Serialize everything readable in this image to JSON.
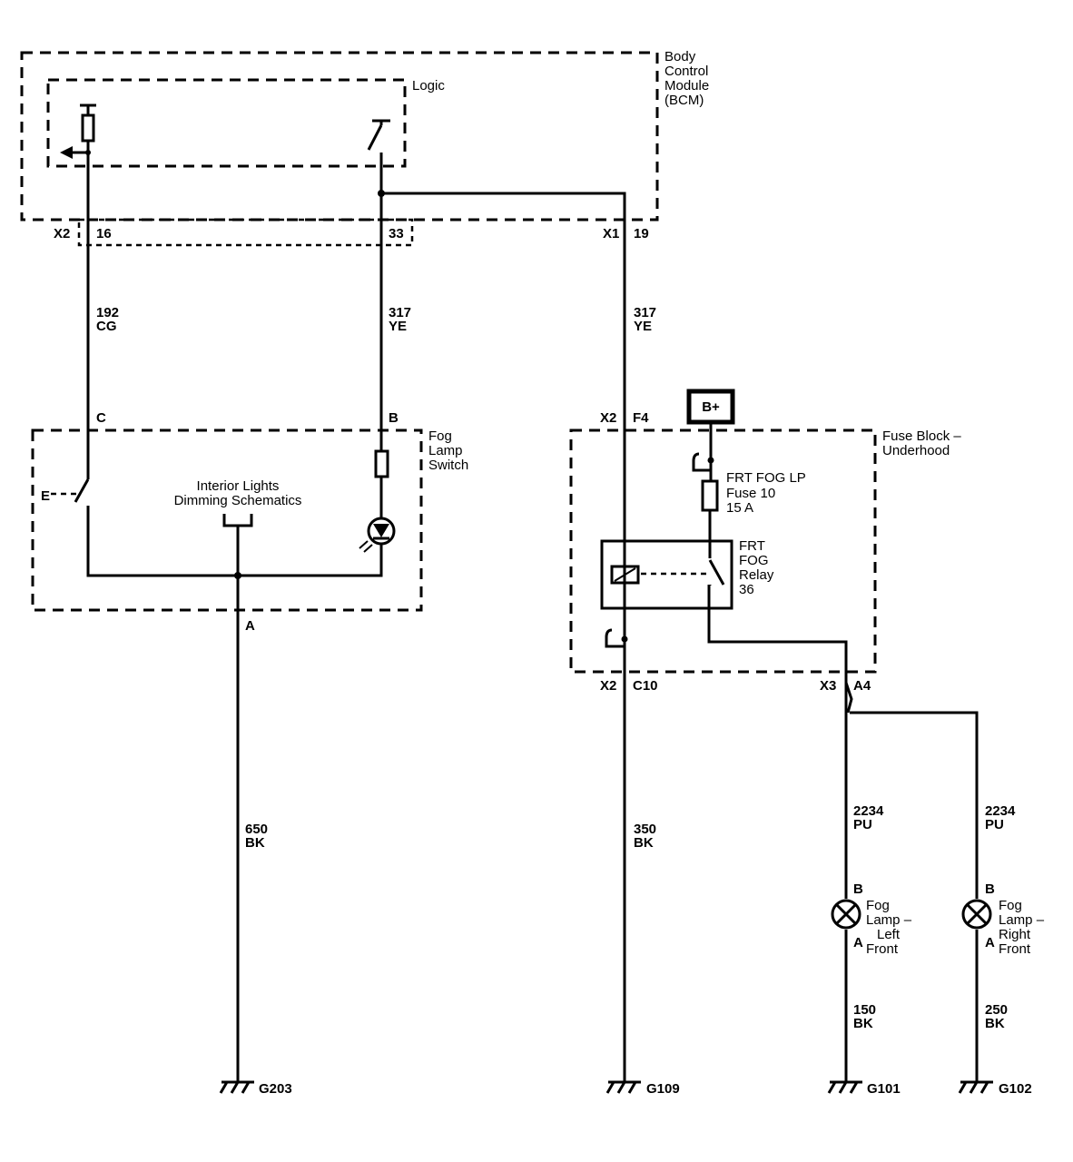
{
  "modules": {
    "bcm": [
      "Body",
      "Control",
      "Module",
      "(BCM)"
    ],
    "logic": "Logic",
    "fog_switch": [
      "Fog",
      "Lamp",
      "Switch"
    ],
    "fuse_block": [
      "Fuse Block –",
      "Underhood"
    ]
  },
  "dimming": [
    "Interior Lights",
    "Dimming Schematics"
  ],
  "connectors": {
    "bcm_x2": "X2",
    "bcm_x2_pin": "16",
    "bcm_x2_pin_b": "33",
    "bcm_x1": "X1",
    "bcm_x1_pin": "19",
    "sw_c": "C",
    "sw_b": "B",
    "sw_a": "A",
    "fb_x2_top": "X2",
    "fb_f4": "F4",
    "fb_x2_bot": "X2",
    "fb_c10": "C10",
    "fb_x3": "X3",
    "fb_a4": "A4"
  },
  "wires": {
    "w192": [
      "192",
      "CG"
    ],
    "w317a": [
      "317",
      "YE"
    ],
    "w317b": [
      "317",
      "YE"
    ],
    "w650": [
      "650",
      "BK"
    ],
    "w350": [
      "350",
      "BK"
    ],
    "w2234l": [
      "2234",
      "PU"
    ],
    "w2234r": [
      "2234",
      "PU"
    ],
    "w150": [
      "150",
      "BK"
    ],
    "w250": [
      "250",
      "BK"
    ]
  },
  "battery": "B+",
  "fuse": [
    "FRT FOG LP",
    "Fuse 10",
    "15 A"
  ],
  "relay": [
    "FRT",
    "FOG",
    "Relay",
    "36"
  ],
  "switch_input": "E",
  "lamps": {
    "left": {
      "pin_top": "B",
      "pin_bottom": "A",
      "label": [
        "Fog",
        "Lamp –",
        "Left",
        "Front"
      ]
    },
    "right": {
      "pin_top": "B",
      "pin_bottom": "A",
      "label": [
        "Fog",
        "Lamp –",
        "Right",
        "Front"
      ]
    }
  },
  "grounds": [
    "G203",
    "G109",
    "G101",
    "G102"
  ]
}
